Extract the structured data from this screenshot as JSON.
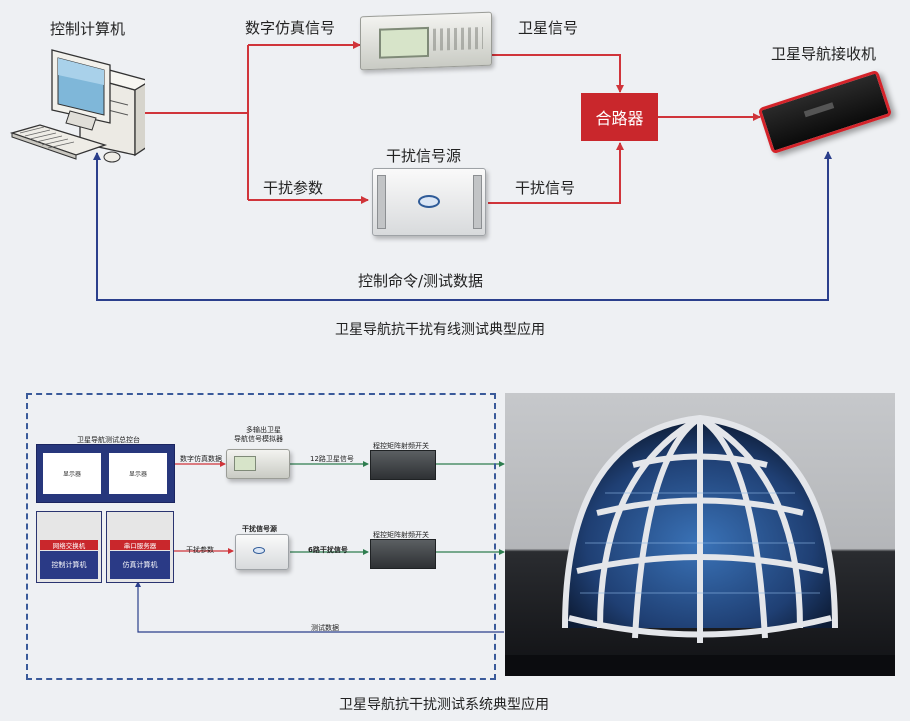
{
  "top": {
    "control_computer": "控制计算机",
    "digital_sim_signal": "数字仿真信号",
    "satellite_signal": "卫星信号",
    "receiver": "卫星导航接收机",
    "combiner": "合路器",
    "jammer_source": "干扰信号源",
    "jam_params": "干扰参数",
    "jam_signal": "干扰信号",
    "control_command": "控制命令/测试数据",
    "caption": "卫星导航抗干扰有线测试典型应用"
  },
  "bottom": {
    "console_title": "卫星导航测试总控台",
    "monitor1": "显示器",
    "monitor2": "显示器",
    "net_switch": "网络交换机",
    "serial_server": "串口服务器",
    "control_computer": "控制计算机",
    "sim_computer": "仿真计算机",
    "digital_sim_data": "数字仿真数据",
    "multi_sim_line1": "多输出卫星",
    "multi_sim_line2": "导航信号模拟器",
    "sat_12": "12路卫星信号",
    "rf_switch1": "程控矩阵射频开关",
    "jam_params": "干扰参数",
    "jammer_source": "干扰信号源",
    "jam_6": "6路干扰信号",
    "rf_switch2": "程控矩阵射频开关",
    "test_data": "测试数据",
    "caption": "卫星导航抗干扰测试系统典型应用"
  },
  "colors": {
    "red_line": "#d0343a",
    "blue_line": "#2b3f8c",
    "green_line": "#2e7d4f",
    "combiner": "#c9272c",
    "console_blue": "#27377c"
  }
}
